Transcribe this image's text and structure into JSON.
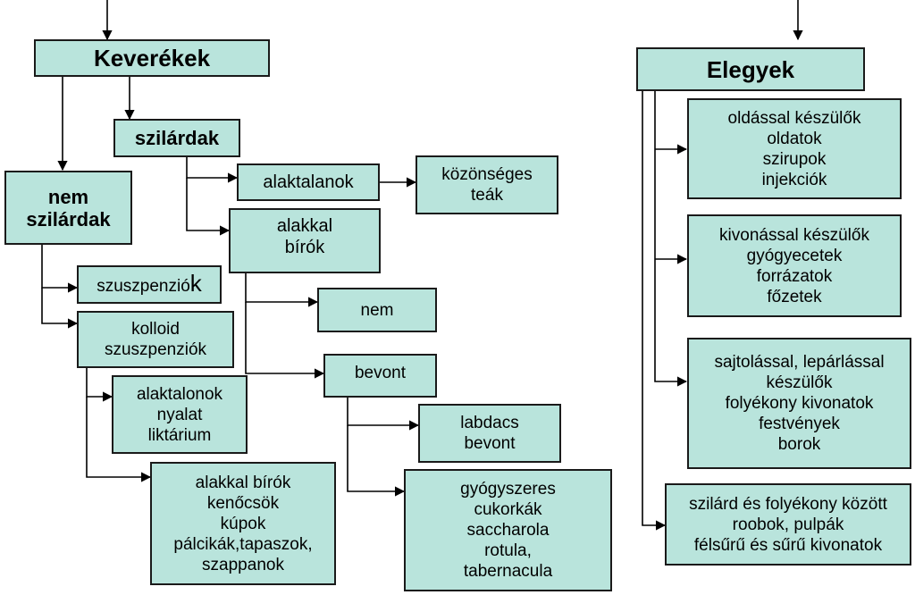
{
  "diagram": {
    "keverekek": "Keverékek",
    "elegyek": "Elegyek",
    "szilardak": "szilárdak",
    "nem_szilardak": [
      "nem",
      "szilárdak"
    ],
    "szuszpenziok": {
      "text": "szuszpenzió",
      "big_letter": "k"
    },
    "kolloid": [
      "kolloid",
      "szuszpenziók"
    ],
    "alaktalanok_nyalat": [
      "alaktalonok",
      "nyalat",
      "liktárium"
    ],
    "alakkal_biro_list": [
      "alakkal bírók",
      "kenőcsök",
      "kúpok",
      "pálcikák,tapaszok,",
      "szappanok"
    ],
    "alaktalanok": "alaktalanok",
    "kozonseges": [
      "közönséges",
      "teák"
    ],
    "alakkal_birok": [
      "alakkal",
      "bírók"
    ],
    "nem": "nem",
    "bevont": "bevont",
    "labdacs": [
      "labdacs",
      "bevont"
    ],
    "gyogyszeres": [
      "gyógyszeres",
      "cukorkák",
      "saccharola",
      "rotula,",
      "tabernacula"
    ],
    "oldassal": [
      "oldással készülők",
      "oldatok",
      "szirupok",
      "injekciók"
    ],
    "kivonassal": [
      "kivonással készülők",
      "gyógyecetek",
      "forrázatok",
      "főzetek"
    ],
    "sajtolassal": [
      "sajtolással, lepárlással",
      "készülők",
      "folyékony kivonatok",
      "festvények",
      "borok"
    ],
    "szilard_folyekony": [
      "szilárd és folyékony között",
      "roobok, pulpák",
      "félsűrű és sűrű kivonatok"
    ]
  },
  "colors": {
    "box_fill": "#b9e4dc",
    "border": "#1a1a1a",
    "line": "#000000"
  }
}
